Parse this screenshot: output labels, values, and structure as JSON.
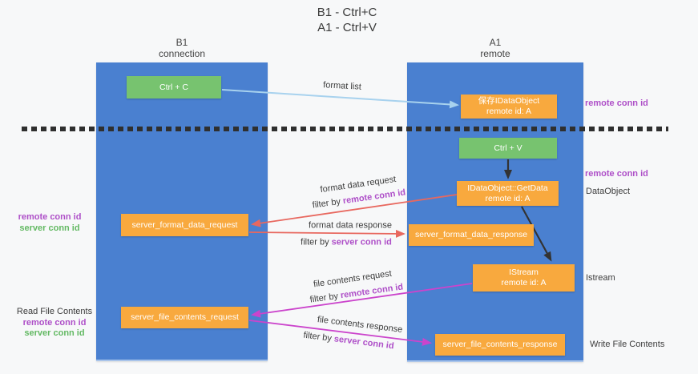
{
  "title": {
    "line1": "B1 - Ctrl+C",
    "line2": "A1 - Ctrl+V"
  },
  "columns": {
    "left": {
      "title": "B1",
      "subtitle": "connection"
    },
    "right": {
      "title": "A1",
      "subtitle": "remote"
    }
  },
  "nodes": {
    "ctrl_c": "Ctrl + C",
    "ctrl_v": "Ctrl + V",
    "save_idataobject": {
      "line1": "保存IDataObject",
      "line2": "remote id: A"
    },
    "idataobject_getdata": {
      "line1": "IDataObject::GetData",
      "line2": "remote id: A"
    },
    "istream": {
      "line1": "IStream",
      "line2": "remote id: A"
    },
    "server_format_data_request": "server_format_data_request",
    "server_format_data_response": "server_format_data_response",
    "server_file_contents_request": "server_file_contents_request",
    "server_file_contents_response": "server_file_contents_response"
  },
  "arrow_labels": {
    "format_list": "format list",
    "format_data_request": "format data request",
    "format_data_response": "format data response",
    "file_contents_request": "file contents request",
    "file_contents_response": "file contents response"
  },
  "terms": {
    "filter_by": "filter by",
    "remote_conn_id": "remote conn id",
    "server_conn_id": "server conn id"
  },
  "side_labels": {
    "dataobject": "DataObject",
    "istream": "Istream",
    "read_file_contents": "Read File Contents",
    "write_file_contents": "Write File Contents"
  },
  "colors": {
    "column_blue": "#4a80d0",
    "node_orange": "#f8a93e",
    "node_green": "#77c36f",
    "arrow_red": "#e8685f",
    "arrow_magenta": "#cb44cc",
    "arrow_light_blue": "#a8d2ee",
    "arrow_black": "#333333",
    "label_purple": "#ae4fc8",
    "label_green": "#63b963",
    "dashed_line": "#2f2f2f",
    "background": "#f7f8f9"
  }
}
